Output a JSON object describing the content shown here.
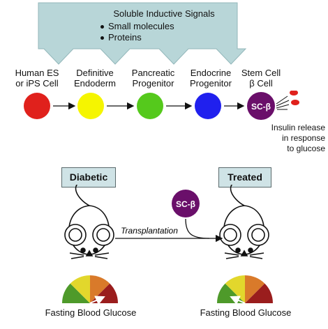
{
  "banner": {
    "title": "Soluble Inductive Signals",
    "bullets": [
      "Small molecules",
      "Proteins"
    ],
    "color": "#b8d6d8"
  },
  "stages": [
    {
      "line1": "Human ES",
      "line2": "or iPS Cell",
      "color": "#e0211c"
    },
    {
      "line1": "Definitive",
      "line2": "Endoderm",
      "color": "#f5f500"
    },
    {
      "line1": "Pancreatic",
      "line2": "Progenitor",
      "color": "#55c91c"
    },
    {
      "line1": "Endocrine",
      "line2": "Progenitor",
      "color": "#2020ee"
    },
    {
      "line1": "Stem Cell",
      "line2": "β Cell",
      "color": "#6a0f6a"
    }
  ],
  "sc_beta_label": "SC-β",
  "insulin_release": [
    "Insulin release",
    "in response",
    "to glucose"
  ],
  "diabetic_label": "Diabetic",
  "treated_label": "Treated",
  "transplantation_label": "Transplantation",
  "gauge_caption": "Fasting Blood Glucose",
  "gauge_colors": [
    "#4e9a2a",
    "#e2d72c",
    "#d97a2a",
    "#9a1d1d"
  ],
  "glucose_levels": {
    "diabetic": "high",
    "treated": "low"
  }
}
